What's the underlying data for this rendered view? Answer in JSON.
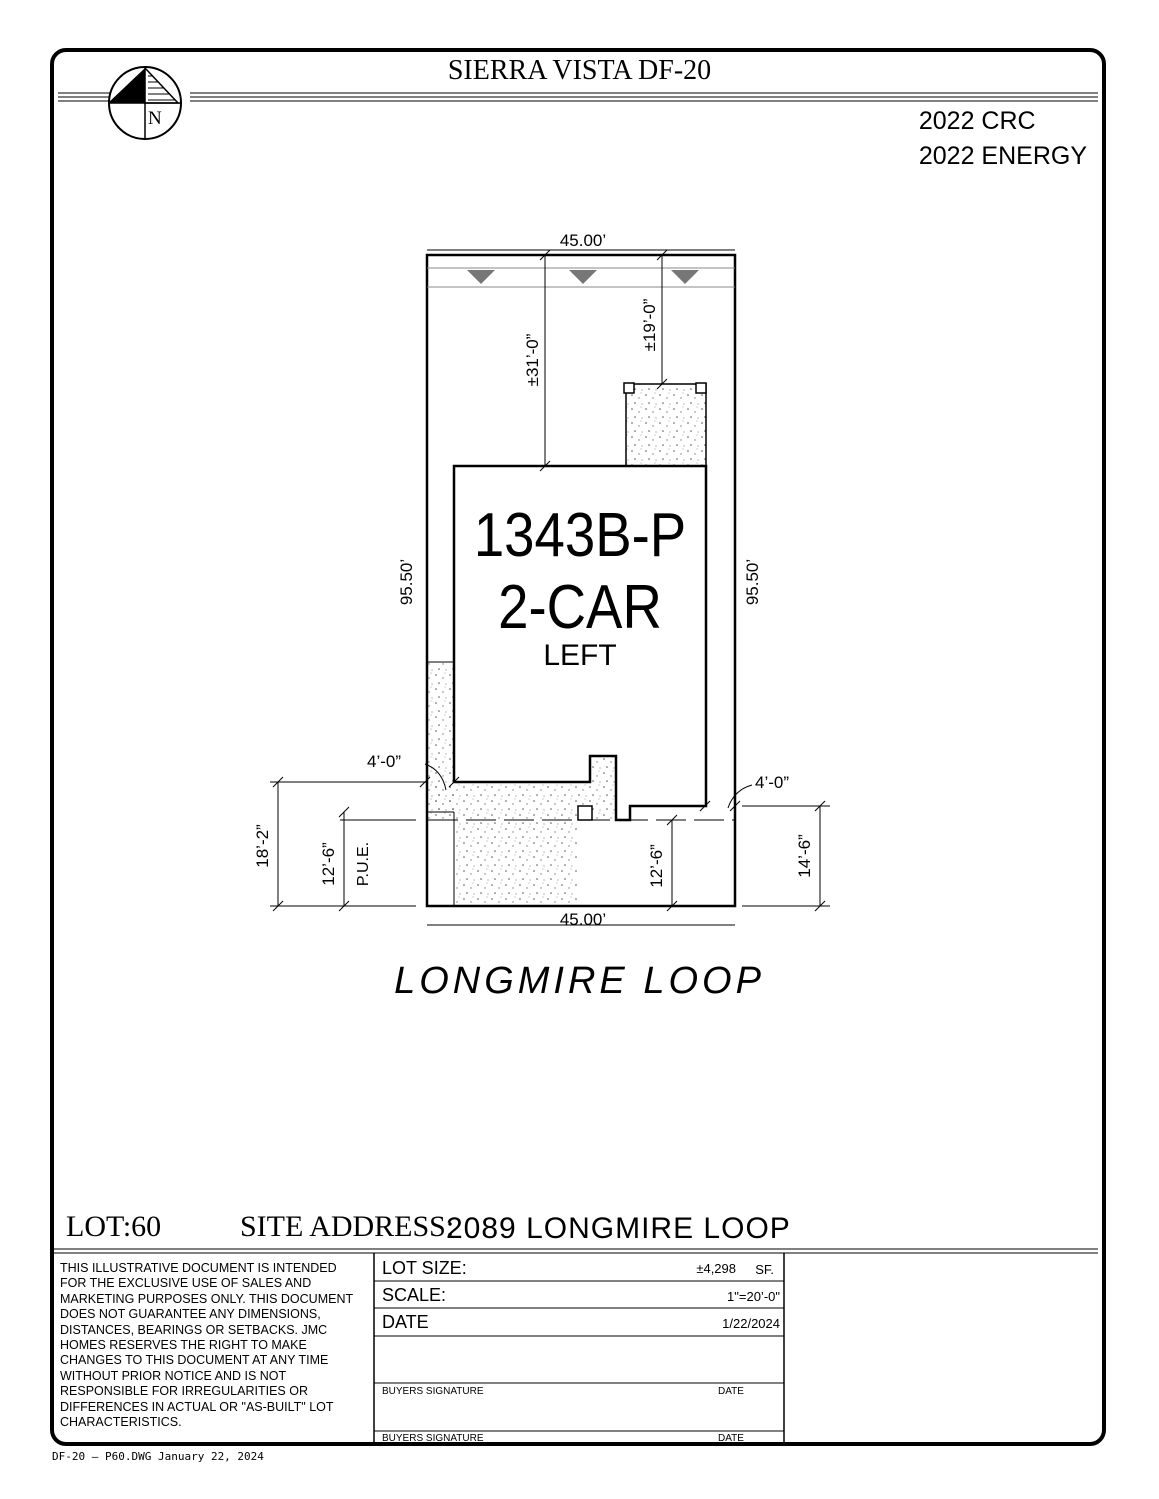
{
  "title": "SIERRA VISTA DF-20",
  "codes": [
    "2022 CRC",
    "2022 ENERGY"
  ],
  "north_label": "N",
  "plan": {
    "model": "1343B-P",
    "garage": "2-CAR",
    "orientation": "LEFT"
  },
  "dimensions": {
    "top_width": "45.00’",
    "bottom_width": "45.00’",
    "left_depth": "95.50’",
    "right_depth": "95.50’",
    "front_setback_main": "±31’-0”",
    "front_setback_rear": "±19’-0”",
    "side_left": "4’-0”",
    "side_right": "4’-0”",
    "rear_left": "18’-2”",
    "pue_depth": "12’-6”",
    "pue_label": "P.U.E.",
    "rear_mid": "12’-6”",
    "rear_right": "14’-6”"
  },
  "street": "LONGMIRE LOOP",
  "lot_label": "LOT:60",
  "site_address_label": "SITE ADDRESS:",
  "site_address": "2089  LONGMIRE  LOOP",
  "disclaimer": "THIS ILLUSTRATIVE DOCUMENT IS INTENDED FOR THE EXCLUSIVE USE OF SALES AND MARKETING PURPOSES ONLY. THIS DOCUMENT DOES NOT GUARANTEE ANY DIMENSIONS, DISTANCES, BEARINGS OR SETBACKS. JMC HOMES RESERVES THE RIGHT TO MAKE CHANGES TO THIS DOCUMENT AT ANY TIME WITHOUT PRIOR NOTICE AND IS NOT RESPONSIBLE FOR IRREGULARITIES OR DIFFERENCES IN ACTUAL OR \"AS-BUILT\" LOT CHARACTERISTICS.",
  "info_table": {
    "lot_size_label": "LOT SIZE:",
    "lot_size_value": "±4,298",
    "lot_size_unit": "SF.",
    "scale_label": "SCALE:",
    "scale_value": "1\"=20’-0\"",
    "date_label": "DATE",
    "date_value": "1/22/2024",
    "buyers_signature_1": "BUYERS SIGNATURE",
    "date_1": "DATE",
    "buyers_signature_2": "BUYERS SIGNATURE",
    "date_2": "DATE"
  },
  "footer": "DF-20 – P60.DWG January 22, 2024"
}
